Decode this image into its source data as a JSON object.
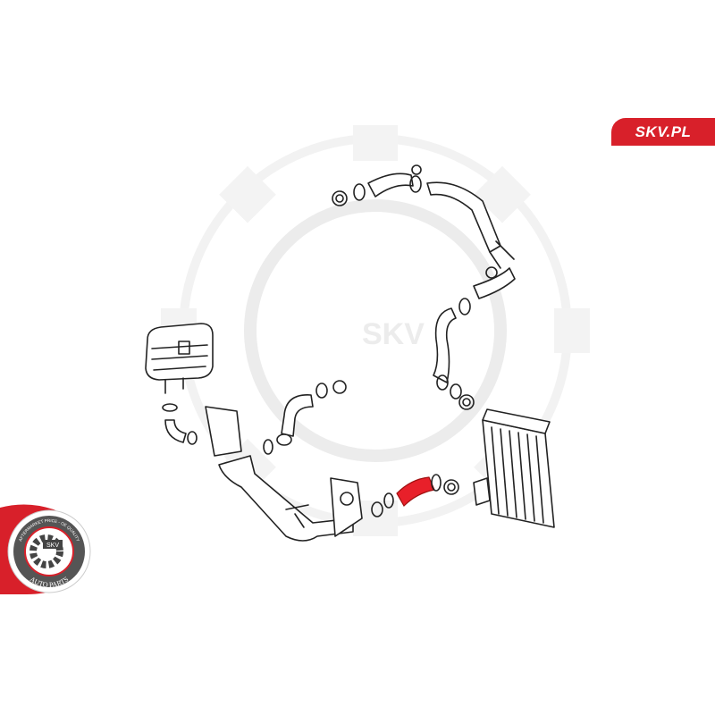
{
  "brand": {
    "site_label": "SKV.PL",
    "badge_center": "SKV",
    "badge_top_text": "AFTERMARKET PRICE - OE QUALITY",
    "badge_bottom_text": "AUTO PARTS",
    "watermark_text": "SKV"
  },
  "colors": {
    "brand_red": "#d8202a",
    "highlight_part": "#e8202a",
    "line": "#222222",
    "watermark": "#ececec"
  }
}
